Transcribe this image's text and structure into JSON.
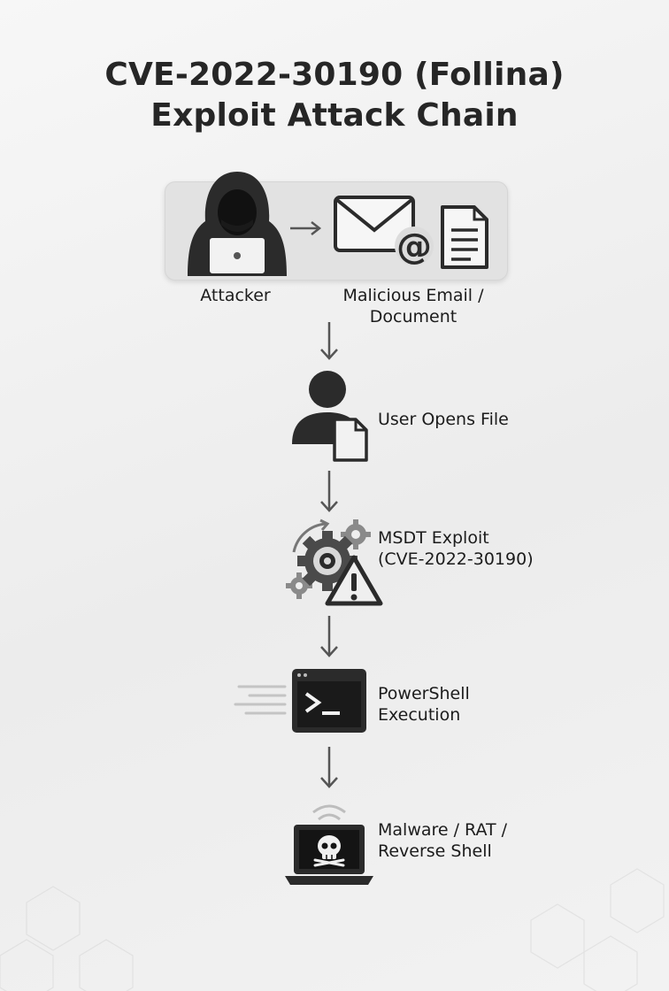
{
  "title": {
    "line1": "CVE-2022-30190 (Follina)",
    "line2": "Exploit Attack Chain"
  },
  "steps": {
    "attacker": {
      "label": "Attacker",
      "icon": "hooded-hacker-icon"
    },
    "email": {
      "label_line1": "Malicious Email /",
      "label_line2": "Document",
      "icon": "email-document-icon"
    },
    "user": {
      "label": "User Opens File",
      "icon": "user-file-icon"
    },
    "msdt": {
      "label_line1": "MSDT Exploit",
      "label_line2": "(CVE-2022-30190)",
      "icon": "gear-warning-icon"
    },
    "powershell": {
      "label_line1": "PowerShell",
      "label_line2": "Execution",
      "icon": "terminal-icon"
    },
    "malware": {
      "label_line1": "Malware / RAT /",
      "label_line2": "Reverse Shell",
      "icon": "skull-laptop-icon"
    }
  },
  "colors": {
    "icon_dark": "#2a2a2a",
    "arrow": "#555555",
    "panel": "#e2e2e2"
  }
}
